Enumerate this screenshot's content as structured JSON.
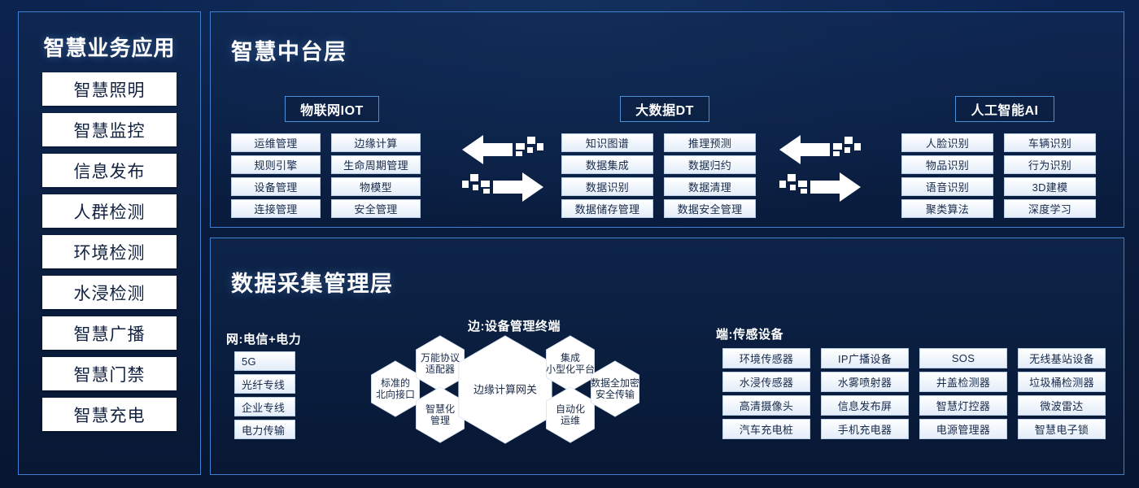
{
  "sidebar": {
    "title": "智慧业务应用",
    "items": [
      {
        "label": "智慧照明"
      },
      {
        "label": "智慧监控"
      },
      {
        "label": "信息发布"
      },
      {
        "label": "人群检测"
      },
      {
        "label": "环境检测"
      },
      {
        "label": "水浸检测"
      },
      {
        "label": "智慧广播"
      },
      {
        "label": "智慧门禁"
      },
      {
        "label": "智慧充电"
      }
    ]
  },
  "middle": {
    "title": "智慧中台层",
    "groups": [
      {
        "head": "物联网IOT",
        "col_left": [
          "运维管理",
          "规则引擎",
          "设备管理",
          "连接管理"
        ],
        "col_right": [
          "边缘计算",
          "生命周期管理",
          "物模型",
          "安全管理"
        ]
      },
      {
        "head": "大数据DT",
        "col_left": [
          "知识图谱",
          "数据集成",
          "数据识别",
          "数据储存管理"
        ],
        "col_right": [
          "推理预测",
          "数据归约",
          "数据清理",
          "数据安全管理"
        ]
      },
      {
        "head": "人工智能AI",
        "col_left": [
          "人脸识别",
          "物品识别",
          "语音识别",
          "聚类算法"
        ],
        "col_right": [
          "车辆识别",
          "行为识别",
          "3D建模",
          "深度学习"
        ]
      }
    ],
    "arrows": [
      {
        "name": "bidirectional-data-arrow-left"
      },
      {
        "name": "bidirectional-data-arrow-right"
      }
    ]
  },
  "bottom": {
    "title": "数据采集管理层",
    "network": {
      "label": "网:电信+电力",
      "items": [
        "5G",
        "光纤专线",
        "企业专线",
        "电力传输"
      ]
    },
    "edge": {
      "label": "边:设备管理终端",
      "hexes": [
        {
          "id": "standard-northbound-interface",
          "lines": [
            "标准的",
            "北向接口"
          ]
        },
        {
          "id": "universal-protocol-adapter",
          "lines": [
            "万能协议",
            "适配器"
          ]
        },
        {
          "id": "intelligent-management",
          "lines": [
            "智慧化",
            "管理"
          ]
        },
        {
          "id": "edge-computing-gateway",
          "lines": [
            "边缘计算网关"
          ]
        },
        {
          "id": "integrated-miniaturized-platform",
          "lines": [
            "集成",
            "小型化平台"
          ]
        },
        {
          "id": "automated-operations",
          "lines": [
            "自动化",
            "运维"
          ]
        },
        {
          "id": "full-encryption-secure-transmission",
          "lines": [
            "数据全加密",
            "安全传输"
          ]
        }
      ]
    },
    "endpoint": {
      "label": "端:传感设备",
      "columns": [
        [
          "环境传感器",
          "水浸传感器",
          "高清摄像头",
          "汽车充电桩"
        ],
        [
          "IP广播设备",
          "水雾喷射器",
          "信息发布屏",
          "手机充电器"
        ],
        [
          "SOS",
          "井盖检测器",
          "智慧灯控器",
          "电源管理器"
        ],
        [
          "无线基站设备",
          "垃圾桶检测器",
          "微波雷达",
          "智慧电子锁"
        ]
      ]
    }
  },
  "colors": {
    "background": "#0a1e42",
    "panel_border": "#3f7fd0",
    "pill_bg": "#eaf2fb",
    "pill_text": "#16294a",
    "sidebar_item_bg": "#ffffff",
    "title_text": "#ffffff"
  }
}
